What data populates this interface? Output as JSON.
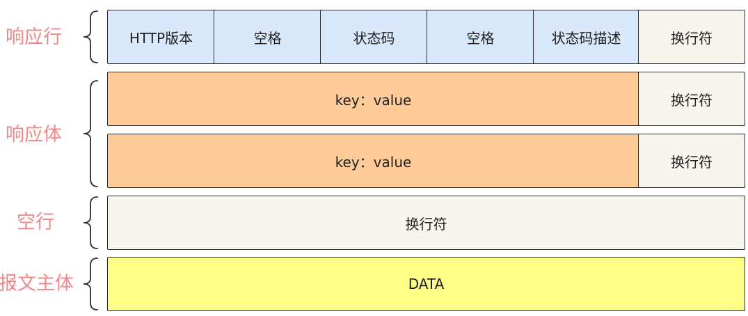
{
  "labels": {
    "status_line": "响应行",
    "headers": "响应体",
    "blank_line": "空行",
    "body": "报文主体"
  },
  "status_line": {
    "http_version": "HTTP版本",
    "space_1": "空格",
    "status_code": "状态码",
    "space_2": "空格",
    "status_text": "状态码描述",
    "crlf": "换行符"
  },
  "headers": [
    {
      "field": "key：value",
      "crlf": "换行符"
    },
    {
      "field": "key：value",
      "crlf": "换行符"
    }
  ],
  "blank_line": {
    "crlf": "换行符"
  },
  "body": {
    "content": "DATA"
  },
  "colors": {
    "label": "#f4878a",
    "status_line_fill": "#dae8fc",
    "header_fill": "#ffcc99",
    "crlf_fill": "#f7f5ee",
    "body_fill": "#ffff88",
    "stroke": "#2b2b2b"
  }
}
